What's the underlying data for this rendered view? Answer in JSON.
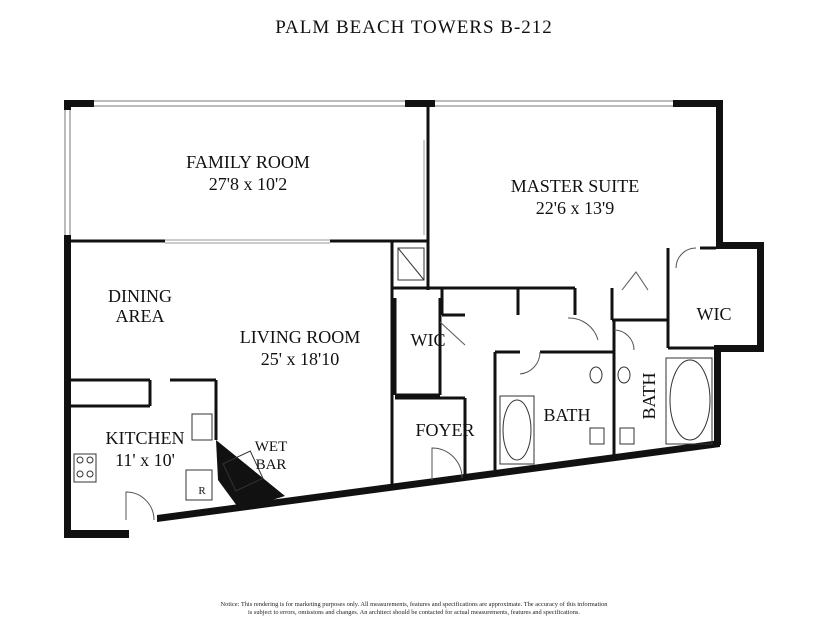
{
  "title": "PALM BEACH TOWERS B-212",
  "rooms": {
    "family_room": {
      "name": "FAMILY ROOM",
      "dims": "27'8 x 10'2"
    },
    "master_suite": {
      "name": "MASTER SUITE",
      "dims": "22'6 x 13'9"
    },
    "dining_area": {
      "line1": "DINING",
      "line2": "AREA"
    },
    "living_room": {
      "name": "LIVING ROOM",
      "dims": "25' x 18'10"
    },
    "kitchen": {
      "name": "KITCHEN",
      "dims": "11' x 10'"
    },
    "wet_bar": {
      "line1": "WET",
      "line2": "BAR"
    },
    "wic_left": {
      "name": "WIC"
    },
    "wic_right": {
      "name": "WIC"
    },
    "foyer": {
      "name": "FOYER"
    },
    "bath_main": {
      "name": "BATH"
    },
    "bath_master": {
      "name": "BATH"
    },
    "fridge": {
      "name": "R"
    }
  },
  "notice": {
    "line1": "Notice: This rendering is for marketing purposes only. All measurements, features and specifications are approximate. The accuracy of this information",
    "line2": "is subject to errors, omissions and changes. An architect should be contacted for actual measurements, features and specifications."
  }
}
